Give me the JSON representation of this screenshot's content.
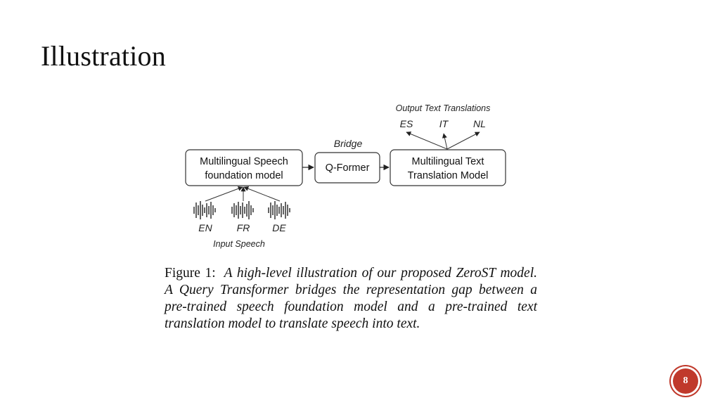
{
  "slide": {
    "title": "Illustration",
    "page_number": "8"
  },
  "diagram": {
    "output_label": "Output Text Translations",
    "output_langs": [
      "ES",
      "IT",
      "NL"
    ],
    "bridge_label": "Bridge",
    "box_speech": [
      "Multilingual Speech",
      "foundation model"
    ],
    "box_qformer": "Q-Former",
    "box_text": [
      "Multilingual Text",
      "Translation Model"
    ],
    "input_langs": [
      "EN",
      "FR",
      "DE"
    ],
    "input_label": "Input Speech"
  },
  "caption": {
    "label": "Figure 1:",
    "body": "A high-level illustration of our proposed ZeroST model. A Query Transformer bridges the representation gap between a pre-trained speech foundation model and a pre-trained text translation model to translate speech into text."
  },
  "colors": {
    "badge": "#c0392b",
    "stroke": "#333333"
  }
}
